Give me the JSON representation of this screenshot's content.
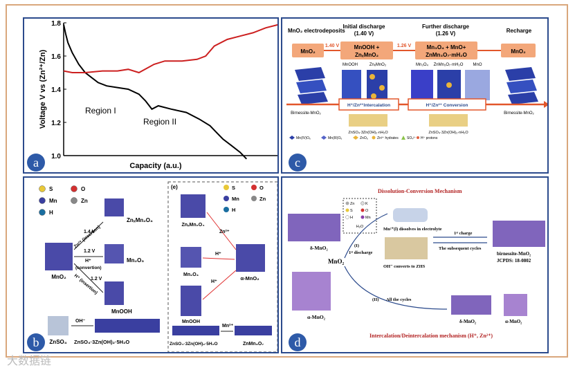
{
  "panel_a": {
    "badge": "a",
    "chart_data": {
      "type": "line",
      "xlabel": "Capacity (a.u.)",
      "ylabel": "Voltage V vs (Zn²⁺/Zn)",
      "ylim": [
        1.0,
        1.8
      ],
      "yticks": [
        "1.0",
        "1.2",
        "1.4",
        "1.6",
        "1.8"
      ],
      "grid": false,
      "annotations": [
        "Region I",
        "Region II"
      ],
      "series": [
        {
          "color": "#000000",
          "x": [
            0,
            0.01,
            0.02,
            0.04,
            0.07,
            0.1,
            0.13,
            0.16,
            0.2,
            0.25,
            0.3,
            0.35,
            0.38,
            0.41,
            0.44,
            0.5,
            0.57,
            0.63,
            0.68,
            0.71,
            0.74,
            0.78,
            0.82,
            0.85
          ],
          "y": [
            1.79,
            1.73,
            1.68,
            1.62,
            1.55,
            1.5,
            1.47,
            1.44,
            1.42,
            1.41,
            1.4,
            1.37,
            1.33,
            1.28,
            1.3,
            1.28,
            1.26,
            1.22,
            1.18,
            1.14,
            1.1,
            1.06,
            1.02,
            0.98
          ]
        },
        {
          "color": "#cc1f1f",
          "x": [
            0,
            0.04,
            0.1,
            0.18,
            0.25,
            0.3,
            0.35,
            0.42,
            0.47,
            0.55,
            0.62,
            0.66,
            0.7,
            0.76,
            0.82,
            0.88,
            0.94,
            1.0
          ],
          "y": [
            1.51,
            1.5,
            1.5,
            1.51,
            1.51,
            1.52,
            1.5,
            1.55,
            1.57,
            1.57,
            1.58,
            1.6,
            1.66,
            1.7,
            1.72,
            1.74,
            1.77,
            1.79
          ]
        }
      ]
    }
  },
  "panel_c": {
    "badge": "c",
    "stages": [
      "MnO₂ electrodeposits",
      "Initial discharge",
      "(1.40 V)",
      "Further discharge",
      "(1.26 V)",
      "Recharge"
    ],
    "boxes": [
      "MnO₂",
      "MnOOH +",
      "ZnₓMnO₂",
      "Mn₃O₄ + MnO+",
      "ZnMn₃O₇·mH₂O",
      "MnO₂"
    ],
    "voltages": [
      "1.40 V",
      "1.26 V"
    ],
    "structure_labels": [
      "MnOOH",
      "ZnₓMnO₂",
      "Mn₃O₄",
      "ZnMn₃O₇·mH₂O",
      "MnO"
    ],
    "arrow_labels": [
      "Birnessite-MnO₂",
      "H⁺/Zn²⁺Intercalation",
      "H⁺/Zn²⁺ Conversion",
      "Birnessite-MnO₂"
    ],
    "zhs_label": "ZnSO₄·3Zn(OH)₂·nH₂O",
    "legend": [
      "Mn(IV)O₆",
      "Mn(III)O₆",
      "ZnO₆",
      "Zn²⁺ hydrates",
      "SO₄²⁻",
      "H⁺ protons"
    ]
  },
  "panel_b": {
    "badge": "b",
    "legend": [
      "S",
      "O",
      "Mn",
      "Zn",
      "H"
    ],
    "left": {
      "start": "MnO₂",
      "routes": [
        "1.4 V",
        "Zn²⁺ (insertion)",
        "1.2 V",
        "H⁺",
        "(convertion)",
        "1.2 V",
        "H⁺ (insertion)"
      ],
      "products": [
        "ZnₓMn₂O₄",
        "Mn₂O₃",
        "MnOOH"
      ],
      "bottom_start": "ZnSO₄",
      "bottom_reagent": "OH⁻",
      "bottom_product": "ZnSO₄·3Zn(OH)₂·5H₂O"
    },
    "inset": {
      "tag": "(e)",
      "sources": [
        "ZnₓMn₂O₄",
        "Mn₂O₃",
        "MnOOH"
      ],
      "reagents": [
        "Zn²⁺",
        "H⁺",
        "H⁺",
        "Mn²⁺"
      ],
      "target": "α-MnO₂",
      "bottom_start": "ZnSO₄·3Zn(OH)₂·5H₂O",
      "bottom_product": "ZnMn₃O₇"
    }
  },
  "panel_d": {
    "badge": "d",
    "title_top": "Dissolution-Conversion Mechanism",
    "title_bottom": "Intercalation/Deintercalation mechanism (H⁺, Zn²⁺)",
    "legend": [
      "Zn",
      "K",
      "S",
      "O",
      "H",
      "Mn",
      "H₂O"
    ],
    "labels": {
      "delta_left": "δ-MnO₂",
      "alpha_left": "α-MnO₂",
      "center": "MnO₂",
      "path1": "(I)",
      "path1b": "1ˢᵗ discharge",
      "dissolve": "Mn²⁺(l) dissolves in electrolyte",
      "zhs": "OH⁻ converts to ZHS",
      "first_charge": "1ˢᵗ charge",
      "subsequent": "The subsequent cycles",
      "birnessite": "birnessite-MnO₂",
      "jcpds": "JCPDS: 18-0802",
      "path2": "(II)",
      "all_cycles": "All the cycles",
      "delta_right": "δ-MnO₂",
      "alpha_right": "α-MnO₂"
    }
  },
  "watermark": "大数据链",
  "colors": {
    "panel_border": "#2b4a8c",
    "frame": "#d9a77c",
    "badge": "#2e5aa8",
    "red_curve": "#cc1f1f",
    "mechanism_red": "#b22222",
    "arrow_orange": "#e2562a",
    "box_orange": "#f3a77a"
  }
}
